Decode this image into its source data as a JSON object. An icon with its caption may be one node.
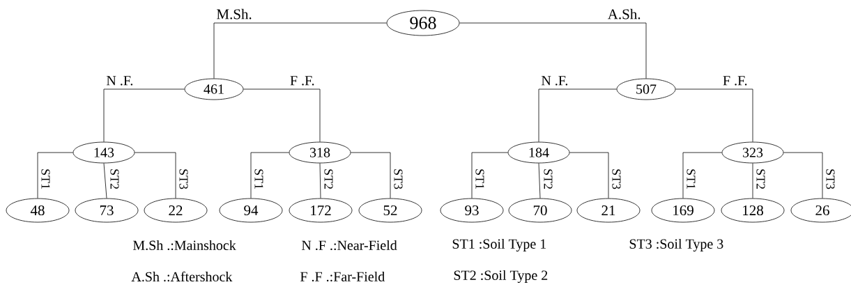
{
  "diagram": {
    "nodes": [
      {
        "text": [
          "968"
        ]
      },
      {
        "text": [
          "461"
        ]
      },
      {
        "text": [
          "507"
        ]
      },
      {
        "text": [
          "143"
        ]
      },
      {
        "text": [
          "318"
        ]
      },
      {
        "text": [
          "184"
        ]
      },
      {
        "text": [
          "323"
        ]
      },
      {
        "text": [
          "48"
        ]
      },
      {
        "text": [
          "73"
        ]
      },
      {
        "text": [
          "22"
        ]
      },
      {
        "text": [
          "94"
        ]
      },
      {
        "text": [
          "172"
        ]
      },
      {
        "text": [
          "52"
        ]
      },
      {
        "text": [
          "93"
        ]
      },
      {
        "text": [
          "70"
        ]
      },
      {
        "text": [
          "21"
        ]
      },
      {
        "text": [
          "169"
        ]
      },
      {
        "text": [
          "128"
        ]
      },
      {
        "text": [
          "26"
        ]
      }
    ],
    "edges": [
      {
        "from": 0,
        "to": 1,
        "arrow": "none",
        "label": "M.Sh."
      },
      {
        "from": 0,
        "to": 2,
        "arrow": "none",
        "label": "A.Sh."
      },
      {
        "from": 1,
        "to": 3,
        "arrow": "none",
        "label": "N .F."
      },
      {
        "from": 1,
        "to": 4,
        "arrow": "none",
        "label": "F .F."
      },
      {
        "from": 2,
        "to": 5,
        "arrow": "none",
        "label": "N .F."
      },
      {
        "from": 2,
        "to": 6,
        "arrow": "none",
        "label": "F .F."
      },
      {
        "from": 3,
        "to": 7,
        "arrow": "none",
        "label": "ST1"
      },
      {
        "from": 3,
        "to": 8,
        "arrow": "none",
        "label": "ST2"
      },
      {
        "from": 3,
        "to": 9,
        "arrow": "none",
        "label": "ST3"
      },
      {
        "from": 4,
        "to": 10,
        "arrow": "none",
        "label": "ST1"
      },
      {
        "from": 4,
        "to": 11,
        "arrow": "none",
        "label": "ST2"
      },
      {
        "from": 4,
        "to": 12,
        "arrow": "none",
        "label": "ST3"
      },
      {
        "from": 5,
        "to": 13,
        "arrow": "none",
        "label": "ST1"
      },
      {
        "from": 5,
        "to": 14,
        "arrow": "none",
        "label": "ST2"
      },
      {
        "from": 5,
        "to": 15,
        "arrow": "none",
        "label": "ST3"
      },
      {
        "from": 6,
        "to": 16,
        "arrow": "none",
        "label": "ST1"
      },
      {
        "from": 6,
        "to": 17,
        "arrow": "none",
        "label": "ST2"
      },
      {
        "from": 6,
        "to": 18,
        "arrow": "none",
        "label": "ST3"
      }
    ],
    "labels": [
      "M.Sh .:Mainshock",
      "N .F .:Near-Field",
      "ST1 :Soil Type 1",
      "ST3 :Soil Type 3",
      "A.Sh .:Aftershock",
      "F .F .:Far-Field",
      "ST2 :Soil Type 2"
    ]
  }
}
